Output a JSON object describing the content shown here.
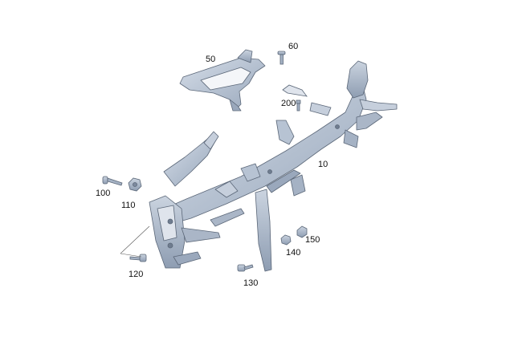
{
  "diagram": {
    "colors": {
      "part_fill": "#b7c3d3",
      "part_light": "#d3dbe6",
      "part_shadow": "#8d9bb0",
      "outline": "#5b6778",
      "leader": "#555555"
    },
    "labels": [
      {
        "id": "10",
        "text": "10"
      },
      {
        "id": "50",
        "text": "50"
      },
      {
        "id": "60",
        "text": "60"
      },
      {
        "id": "100",
        "text": "100"
      },
      {
        "id": "110",
        "text": "110"
      },
      {
        "id": "120",
        "text": "120"
      },
      {
        "id": "130",
        "text": "130"
      },
      {
        "id": "140",
        "text": "140"
      },
      {
        "id": "150",
        "text": "150"
      },
      {
        "id": "200",
        "text": "200"
      }
    ]
  }
}
